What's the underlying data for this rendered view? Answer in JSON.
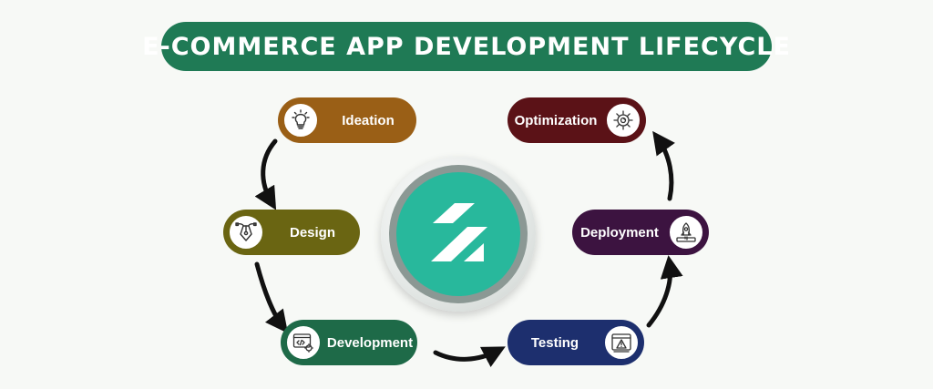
{
  "title": "E-COMMERCE APP DEVELOPMENT LIFECYCLE",
  "colors": {
    "title_bg": "#1f7a55",
    "ideation": "#9a5f16",
    "design": "#6a6512",
    "development": "#1e6a48",
    "testing": "#1d2f6e",
    "deployment": "#3c1340",
    "optimization": "#5b1217",
    "logo_core": "#28b89c"
  },
  "stages": {
    "ideation": {
      "label": "Ideation",
      "icon": "lightbulb-icon"
    },
    "design": {
      "label": "Design",
      "icon": "pen-tool-icon"
    },
    "development": {
      "label": "Development",
      "icon": "code-window-gear-icon"
    },
    "testing": {
      "label": "Testing",
      "icon": "warning-window-icon"
    },
    "deployment": {
      "label": "Deployment",
      "icon": "rocket-icon"
    },
    "optimization": {
      "label": "Optimization",
      "icon": "gear-icon"
    }
  },
  "flow": [
    "ideation",
    "design",
    "development",
    "testing",
    "deployment",
    "optimization"
  ],
  "center_logo": "brand-logo-icon"
}
